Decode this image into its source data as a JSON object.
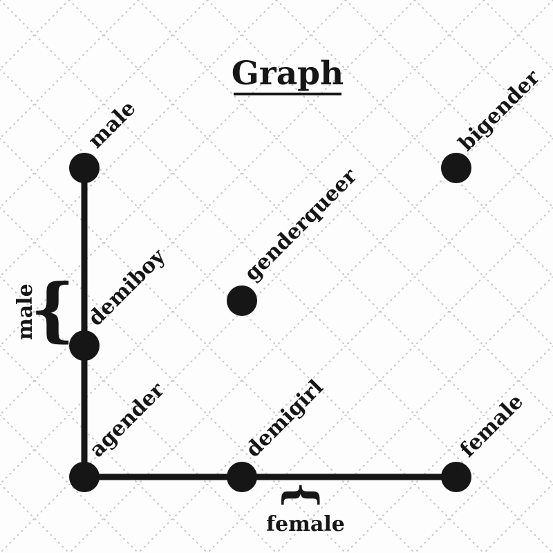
{
  "title": "Graph",
  "colors": {
    "ink": "#161616",
    "grid": "#c9c9c9",
    "background": "#fdfdfd"
  },
  "diagram": {
    "nodes": [
      {
        "label": "male"
      },
      {
        "label": "bigender"
      },
      {
        "label": "genderqueer"
      },
      {
        "label": "demiboy"
      },
      {
        "label": "agender"
      },
      {
        "label": "demigirl"
      },
      {
        "label": "female"
      }
    ],
    "edges": [
      "male - demiboy",
      "demiboy - agender",
      "agender - demigirl",
      "demigirl - female"
    ],
    "annotations": {
      "left_brace_label": "male",
      "bottom_brace_label": "female",
      "brace_glyph": "{"
    }
  }
}
